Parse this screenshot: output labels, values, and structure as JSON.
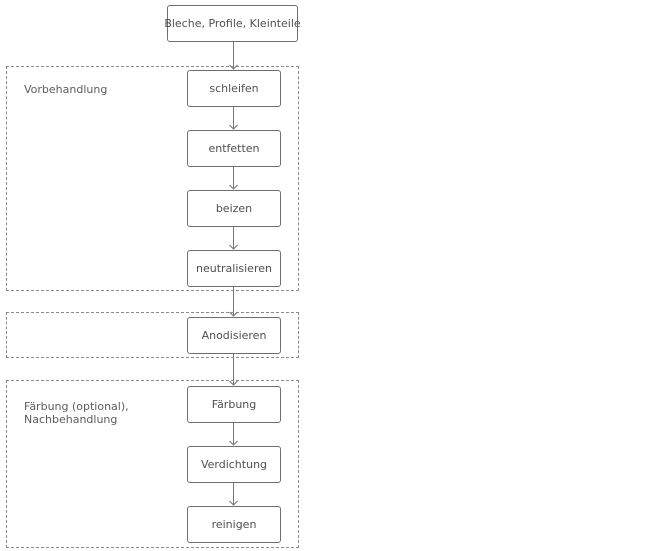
{
  "nodes": {
    "input": "Bleche, Profile, Kleinteile",
    "schleifen": "schleifen",
    "entfetten": "entfetten",
    "beizen": "beizen",
    "neutralisieren": "neutralisieren",
    "anodisieren": "Anodisieren",
    "faerbung": "Färbung",
    "verdichtung": "Verdichtung",
    "reinigen": "reinigen"
  },
  "groups": {
    "vorbehandlung": "Vorbehandlung",
    "anodisieren": "",
    "nachbehandlung": "Färbung (optional),\nNachbehandlung"
  },
  "colors": {
    "box_border": "#6f6f6f",
    "group_border": "#8a8a8a",
    "arrow": "#777777",
    "text": "#4f4f4f"
  }
}
